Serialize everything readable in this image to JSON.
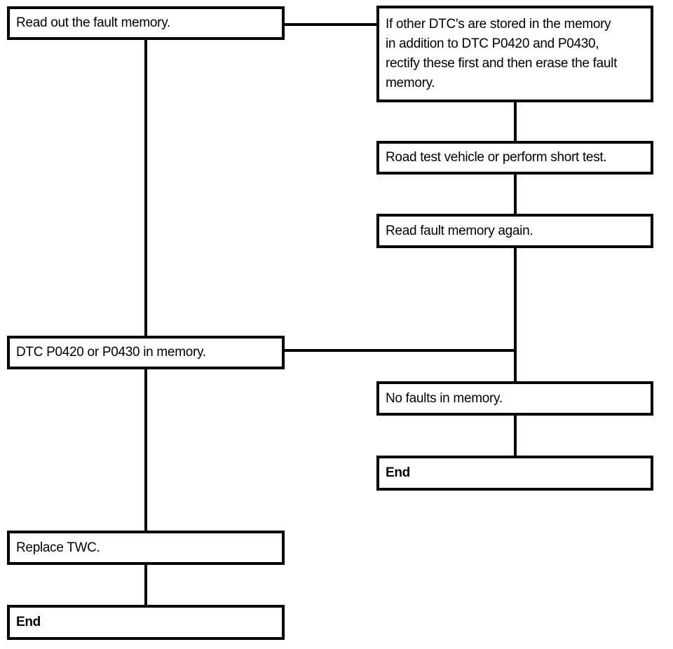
{
  "diagram": {
    "type": "flowchart",
    "colors": {
      "line": "#000000",
      "background": "#ffffff",
      "box_fill": "#ffffff",
      "text": "#000000"
    },
    "nodes": {
      "read_out": {
        "label": "Read out the fault memory."
      },
      "other_dtcs": {
        "label": "If other DTC's are stored in the memory\nin addition to DTC P0420 and P0430,\nrectify these first and then erase the fault\nmemory."
      },
      "road_test": {
        "label": "Road test vehicle or perform short test."
      },
      "read_again": {
        "label": "Read fault memory again."
      },
      "dtc_in_memory": {
        "label": "DTC P0420 or P0430 in memory."
      },
      "no_faults": {
        "label": "No faults in memory."
      },
      "end_right": {
        "label": "End"
      },
      "replace_twc": {
        "label": "Replace TWC."
      },
      "end_left": {
        "label": "End"
      }
    }
  }
}
